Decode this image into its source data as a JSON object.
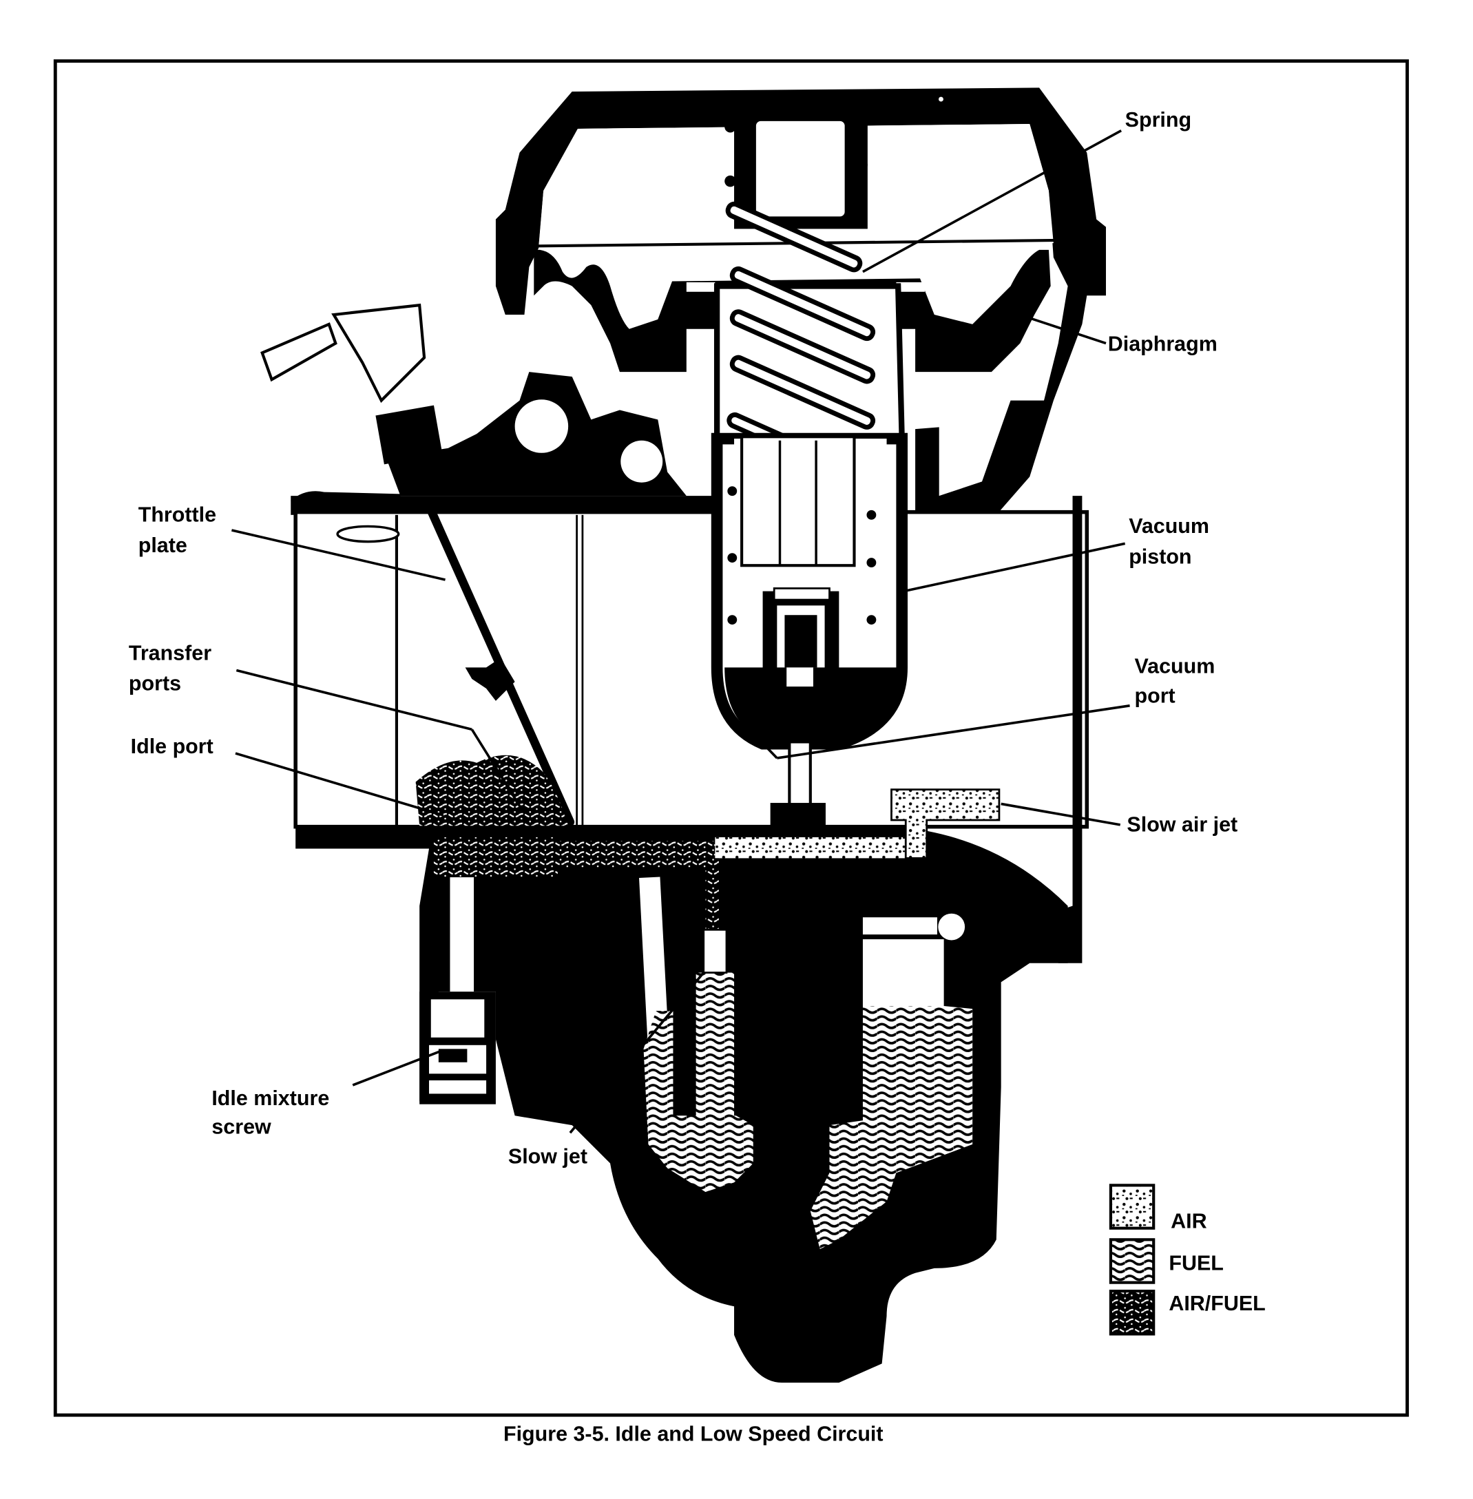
{
  "figure": {
    "caption": "Figure 3-5. Idle and Low Speed Circuit",
    "subject": "Carburetor cross-section"
  },
  "labels": {
    "spring": "Spring",
    "diaphragm": "Diaphragm",
    "throttle_plate": [
      "Throttle",
      "plate"
    ],
    "vacuum_piston": [
      "Vacuum",
      "piston"
    ],
    "transfer_ports": [
      "Transfer",
      "ports"
    ],
    "vacuum_port": [
      "Vacuum",
      "port"
    ],
    "idle_port": "Idle port",
    "slow_air_jet": "Slow air jet",
    "idle_mixture_screw": [
      "Idle mixture",
      "screw"
    ],
    "slow_jet": "Slow jet"
  },
  "legend": {
    "items": [
      {
        "label": "AIR",
        "pattern": "speckle"
      },
      {
        "label": "FUEL",
        "pattern": "wavy-lines"
      },
      {
        "label": "AIR/FUEL",
        "pattern": "dense-speckle-waves"
      }
    ]
  },
  "colors": {
    "ink": "#000000",
    "paper": "#ffffff"
  }
}
